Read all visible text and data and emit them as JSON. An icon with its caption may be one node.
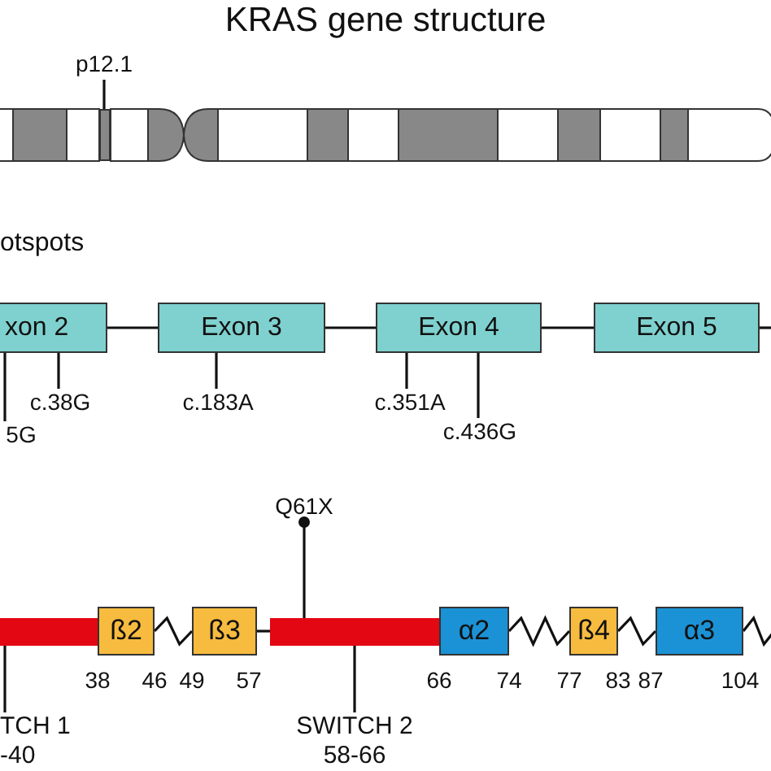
{
  "diagram": {
    "title": "KRAS gene structure",
    "nodes": [
      {
        "text": [
          "p12.1"
        ]
      },
      {
        "text": [],
        "shape": "bar"
      },
      {
        "text": [
          "xon 2"
        ]
      },
      {
        "text": [
          "Exon 3"
        ]
      },
      {
        "text": [
          "Exon 4"
        ]
      },
      {
        "text": [
          "Exon 5"
        ]
      },
      {
        "text": [
          "5G"
        ]
      },
      {
        "text": [
          "c.38G"
        ]
      },
      {
        "text": [
          "c.183A"
        ]
      },
      {
        "text": [
          "c.351A"
        ]
      },
      {
        "text": [
          "c.436G"
        ]
      },
      {
        "text": [],
        "shape": "bar"
      },
      {
        "text": [
          "ß2"
        ]
      },
      {
        "text": [
          "ß3"
        ]
      },
      {
        "text": [],
        "shape": "bar"
      },
      {
        "text": [
          "α2"
        ]
      },
      {
        "text": [
          "ß4"
        ]
      },
      {
        "text": [
          "α3"
        ]
      },
      {
        "text": [
          "Q61X"
        ]
      },
      {
        "text": [
          "TCH 1",
          "-40"
        ]
      },
      {
        "text": [
          "SWITCH 2",
          "58-66"
        ]
      }
    ],
    "edges": [
      {
        "from": 0,
        "to": 1,
        "arrow": "none"
      },
      {
        "from": 2,
        "to": 3,
        "arrow": "none"
      },
      {
        "from": 3,
        "to": 4,
        "arrow": "none"
      },
      {
        "from": 4,
        "to": 5,
        "arrow": "none"
      },
      {
        "from": 5,
        "to": null,
        "arrow": "none"
      },
      {
        "from": 6,
        "to": 2,
        "arrow": "none"
      },
      {
        "from": 7,
        "to": 2,
        "arrow": "none"
      },
      {
        "from": 8,
        "to": 3,
        "arrow": "none"
      },
      {
        "from": 9,
        "to": 4,
        "arrow": "none"
      },
      {
        "from": 10,
        "to": 4,
        "arrow": "none"
      },
      {
        "from": 12,
        "to": 13,
        "arrow": "none"
      },
      {
        "from": 13,
        "to": 14,
        "arrow": "none"
      },
      {
        "from": 15,
        "to": 16,
        "arrow": "none"
      },
      {
        "from": 16,
        "to": 17,
        "arrow": "none"
      },
      {
        "from": 17,
        "to": null,
        "arrow": "none"
      },
      {
        "from": 18,
        "to": 14,
        "arrow": "other"
      },
      {
        "from": 19,
        "to": 11,
        "arrow": "none"
      },
      {
        "from": 20,
        "to": 14,
        "arrow": "none"
      }
    ],
    "labels": [
      "otspots",
      "38",
      "46",
      "49",
      "57",
      "66",
      "74",
      "77",
      "83",
      "87",
      "104"
    ]
  }
}
